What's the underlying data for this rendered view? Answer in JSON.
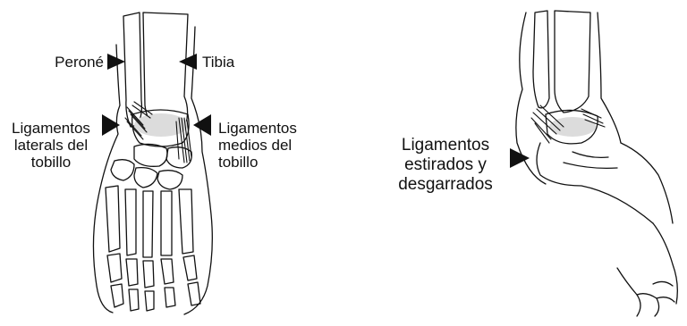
{
  "labels": {
    "perone": "Peroné",
    "tibia": "Tibia",
    "lateral": [
      "Ligamentos",
      "laterals del",
      "tobillo"
    ],
    "medial": [
      "Ligamentos",
      "medios del",
      "tobillo"
    ],
    "torn": [
      "Ligamentos",
      "estirados y",
      "desgarrados"
    ]
  },
  "colors": {
    "ink": "#111111",
    "shade": "#dcdcdc",
    "paper": "#ffffff"
  }
}
